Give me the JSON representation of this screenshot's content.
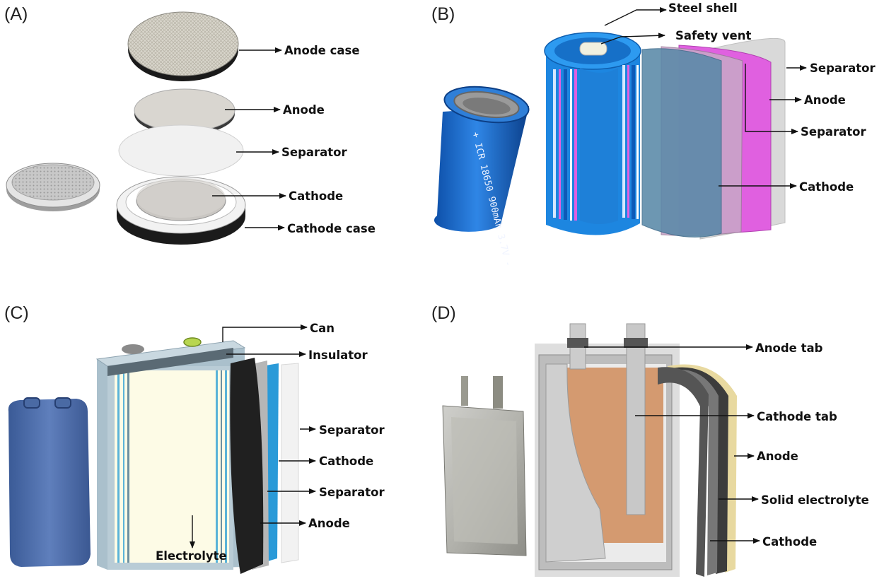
{
  "panels": {
    "a": {
      "letter": "(A)",
      "labels": [
        "Anode case",
        "Anode",
        "Separator",
        "Cathode",
        "Cathode case"
      ]
    },
    "b": {
      "letter": "(B)",
      "labels": [
        "Steel shell",
        "Safety vent",
        "Separator",
        "Anode",
        "Separator",
        "Cathode"
      ],
      "battery_print": "+ ICR 18650 900mAh 3.7V -"
    },
    "c": {
      "letter": "(C)",
      "labels": [
        "Can",
        "Insulator",
        "Separator",
        "Cathode",
        "Separator",
        "Anode",
        "Electrolyte"
      ]
    },
    "d": {
      "letter": "(D)",
      "labels": [
        "Anode tab",
        "Cathode tab",
        "Anode",
        "Solid electrolyte",
        "Cathode"
      ]
    }
  },
  "colors": {
    "blue_cell": "#1e6fd0",
    "pink_layer": "#e060e0",
    "separator_grey": "#d8d8d8",
    "pouch_copper": "#d49a70",
    "prismatic_cream": "#fdfbe6",
    "nine_volt_blue": "#4c6ca8"
  }
}
